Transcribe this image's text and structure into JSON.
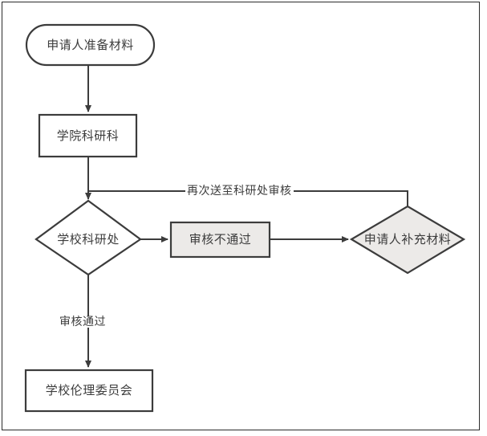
{
  "diagram": {
    "title": "",
    "type": "flowchart",
    "background_color": "#ffffff",
    "frame_color": "#2b2b2b",
    "stroke_color": "#3c3c3c",
    "text_color": "#3c3c3c",
    "fill_white": "#ffffff",
    "fill_gray": "#eceae8",
    "nodes": [
      {
        "id": "applicant-prepare",
        "label": "申请人准备材料",
        "shape": "stadium",
        "fill": "#ffffff"
      },
      {
        "id": "college-research-office",
        "label": "学院科研科",
        "shape": "rectangle",
        "fill": "#ffffff"
      },
      {
        "id": "school-research-dept",
        "label": "学校科研处",
        "shape": "diamond",
        "fill": "#ffffff"
      },
      {
        "id": "review-failed",
        "label": "审核不通过",
        "shape": "rectangle",
        "fill": "#eceae8"
      },
      {
        "id": "applicant-supplement",
        "label": "申请人补充材料",
        "shape": "diamond",
        "fill": "#eceae8"
      },
      {
        "id": "school-ethics-committee",
        "label": "学校伦理委员会",
        "shape": "rectangle",
        "fill": "#ffffff"
      }
    ],
    "edges": [
      {
        "id": "edge-prepare-to-college",
        "from": "applicant-prepare",
        "to": "college-research-office",
        "label": ""
      },
      {
        "id": "edge-college-to-research",
        "from": "college-research-office",
        "to": "school-research-dept",
        "label": ""
      },
      {
        "id": "edge-research-to-failed",
        "from": "school-research-dept",
        "to": "review-failed",
        "label": ""
      },
      {
        "id": "edge-failed-to-supplement",
        "from": "review-failed",
        "to": "applicant-supplement",
        "label": ""
      },
      {
        "id": "edge-supplement-resubmit",
        "from": "applicant-supplement",
        "to": "school-research-dept",
        "label": "再次送至科研处审核"
      },
      {
        "id": "edge-research-to-ethics",
        "from": "school-research-dept",
        "to": "school-ethics-committee",
        "label": "审核通过"
      }
    ]
  }
}
